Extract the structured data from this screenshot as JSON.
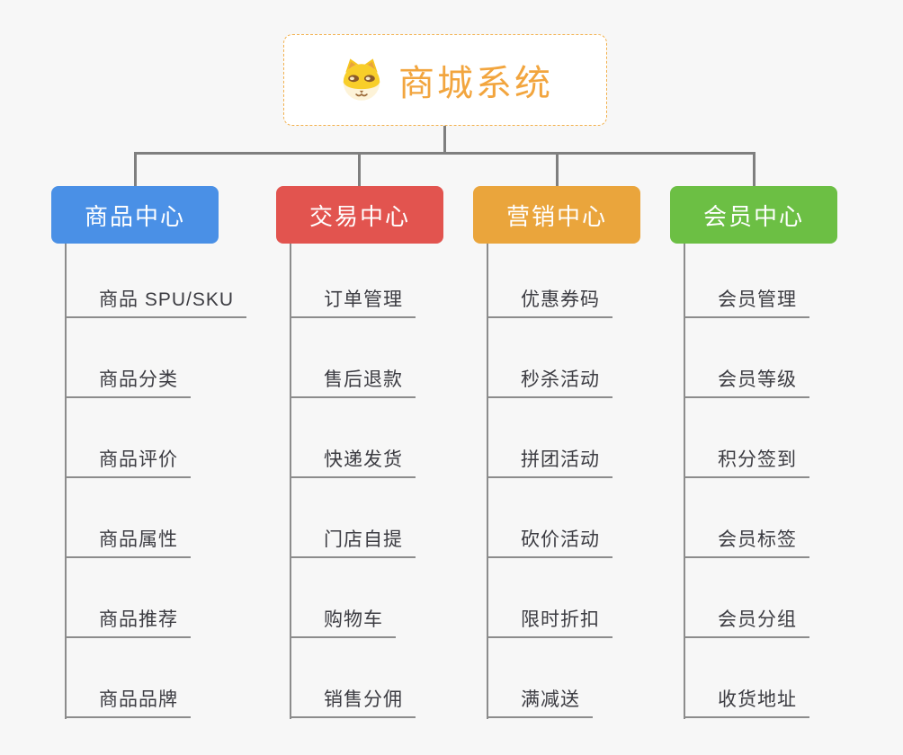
{
  "root": {
    "label": "商城系统",
    "icon": "dog-face-icon",
    "accent_color": "#f2a53e",
    "border_color": "#f2b14e"
  },
  "connector_color": "#7f7f7f",
  "branches": [
    {
      "label": "商品中心",
      "color": "#4a90e6",
      "children": [
        "商品 SPU/SKU",
        "商品分类",
        "商品评价",
        "商品属性",
        "商品推荐",
        "商品品牌"
      ]
    },
    {
      "label": "交易中心",
      "color": "#e2544f",
      "children": [
        "订单管理",
        "售后退款",
        "快递发货",
        "门店自提",
        "购物车",
        "销售分佣"
      ]
    },
    {
      "label": "营销中心",
      "color": "#eaa53c",
      "children": [
        "优惠券码",
        "秒杀活动",
        "拼团活动",
        "砍价活动",
        "限时折扣",
        "满减送"
      ]
    },
    {
      "label": "会员中心",
      "color": "#6cbf44",
      "children": [
        "会员管理",
        "会员等级",
        "积分签到",
        "会员标签",
        "会员分组",
        "收货地址"
      ]
    }
  ]
}
